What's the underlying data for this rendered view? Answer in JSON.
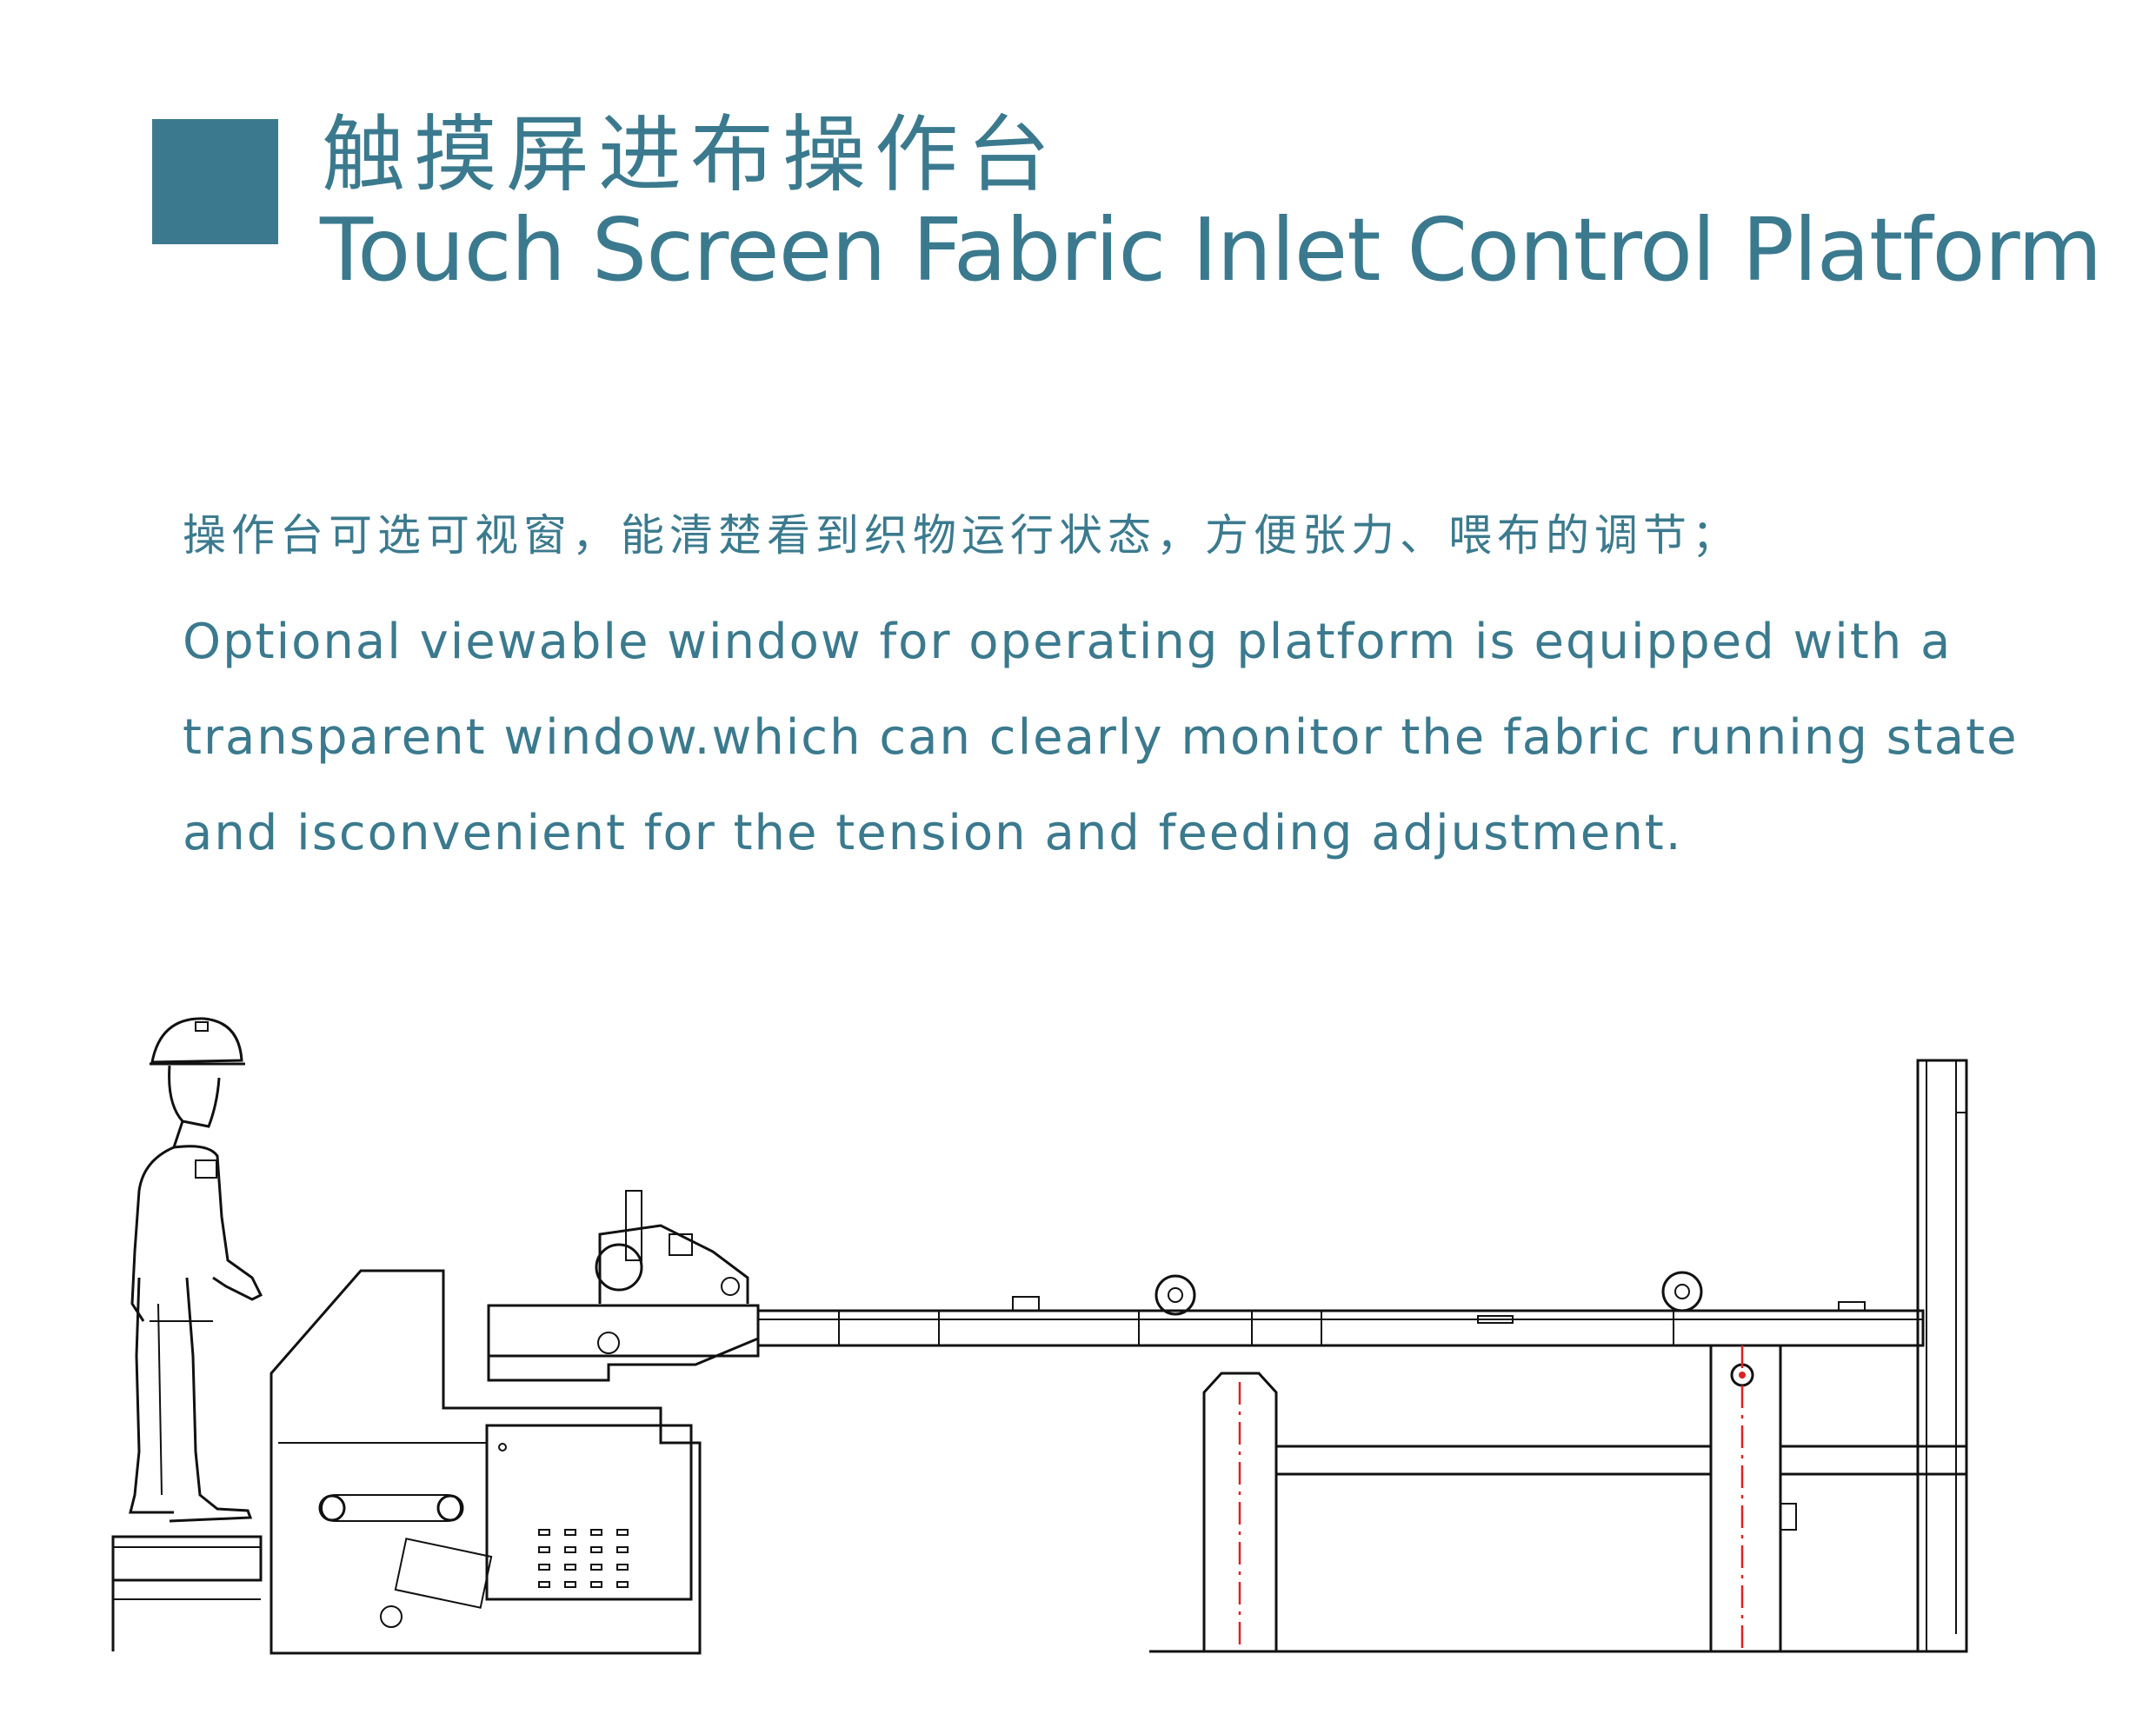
{
  "header": {
    "title_cn": "触摸屏进布操作台",
    "title_en": "Touch Screen Fabric Inlet Control Platform"
  },
  "description": {
    "cn": "操作台可选可视窗，能清楚看到织物运行状态，方便张力、喂布的调节；",
    "en_lines": [
      "Optional viewable window for operating platform is equipped with a",
      "transparent window.which can clearly monitor the fabric running state",
      "and isconvenient for the tension and feeding adjustment."
    ]
  },
  "colors": {
    "accent": "#3b7a8e",
    "line": "#111111",
    "centerline": "#dd2222"
  }
}
